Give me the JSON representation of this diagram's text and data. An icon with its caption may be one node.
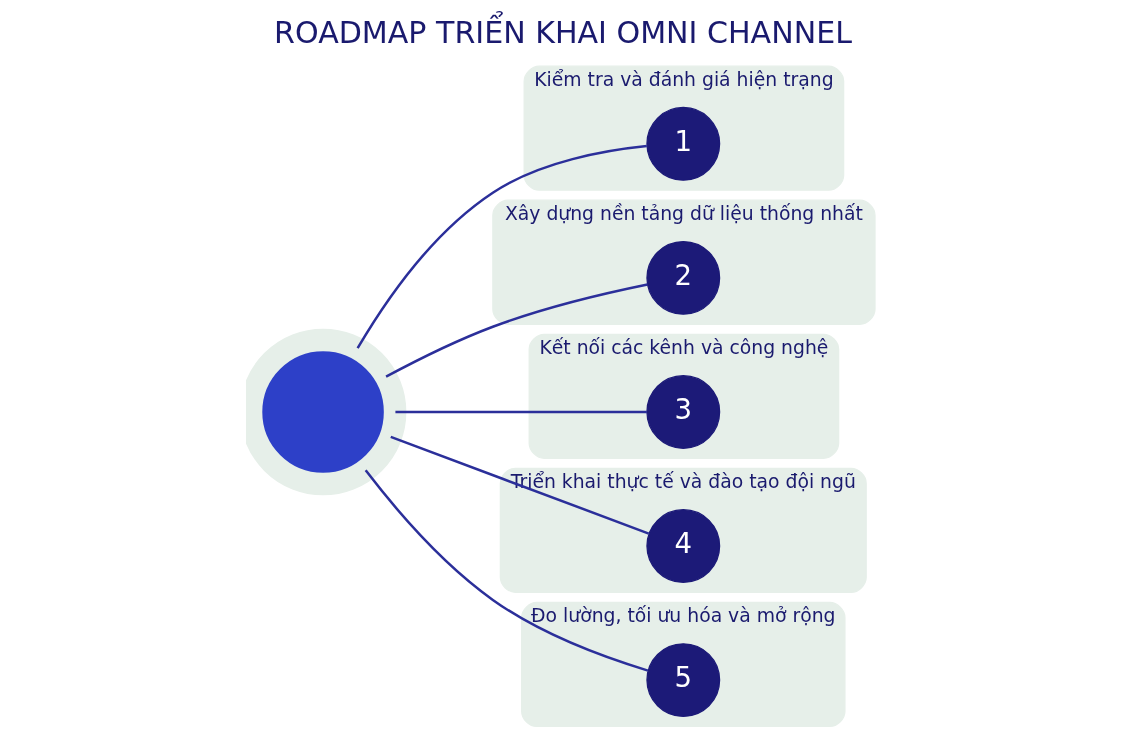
{
  "diagram": {
    "title": "ROADMAP TRIỂN KHAI OMNI CHANNEL",
    "nodes": [
      {
        "text": [],
        "shape": "circle"
      },
      {
        "text": [
          "Kiểm tra và đánh giá hiện trạng"
        ]
      },
      {
        "text": [
          "1"
        ],
        "in": 1
      },
      {
        "text": [
          "Xây dựng nền tảng dữ liệu thống nhất"
        ]
      },
      {
        "text": [
          "2"
        ],
        "in": 3
      },
      {
        "text": [
          "Kết nối các kênh và công nghệ"
        ]
      },
      {
        "text": [
          "3"
        ],
        "in": 5
      },
      {
        "text": [
          "Triển khai thực tế và đào tạo đội ngũ"
        ]
      },
      {
        "text": [
          "4"
        ],
        "in": 7
      },
      {
        "text": [
          "Đo lường, tối ưu hóa và mở rộng"
        ]
      },
      {
        "text": [
          "5"
        ],
        "in": 9
      }
    ],
    "edges": [
      {
        "from": 0,
        "to": 2,
        "arrow": "none"
      },
      {
        "from": 0,
        "to": 4,
        "arrow": "none"
      },
      {
        "from": 0,
        "to": 6,
        "arrow": "none"
      },
      {
        "from": 0,
        "to": 8,
        "arrow": "none"
      },
      {
        "from": 0,
        "to": 10,
        "arrow": "none"
      }
    ]
  }
}
